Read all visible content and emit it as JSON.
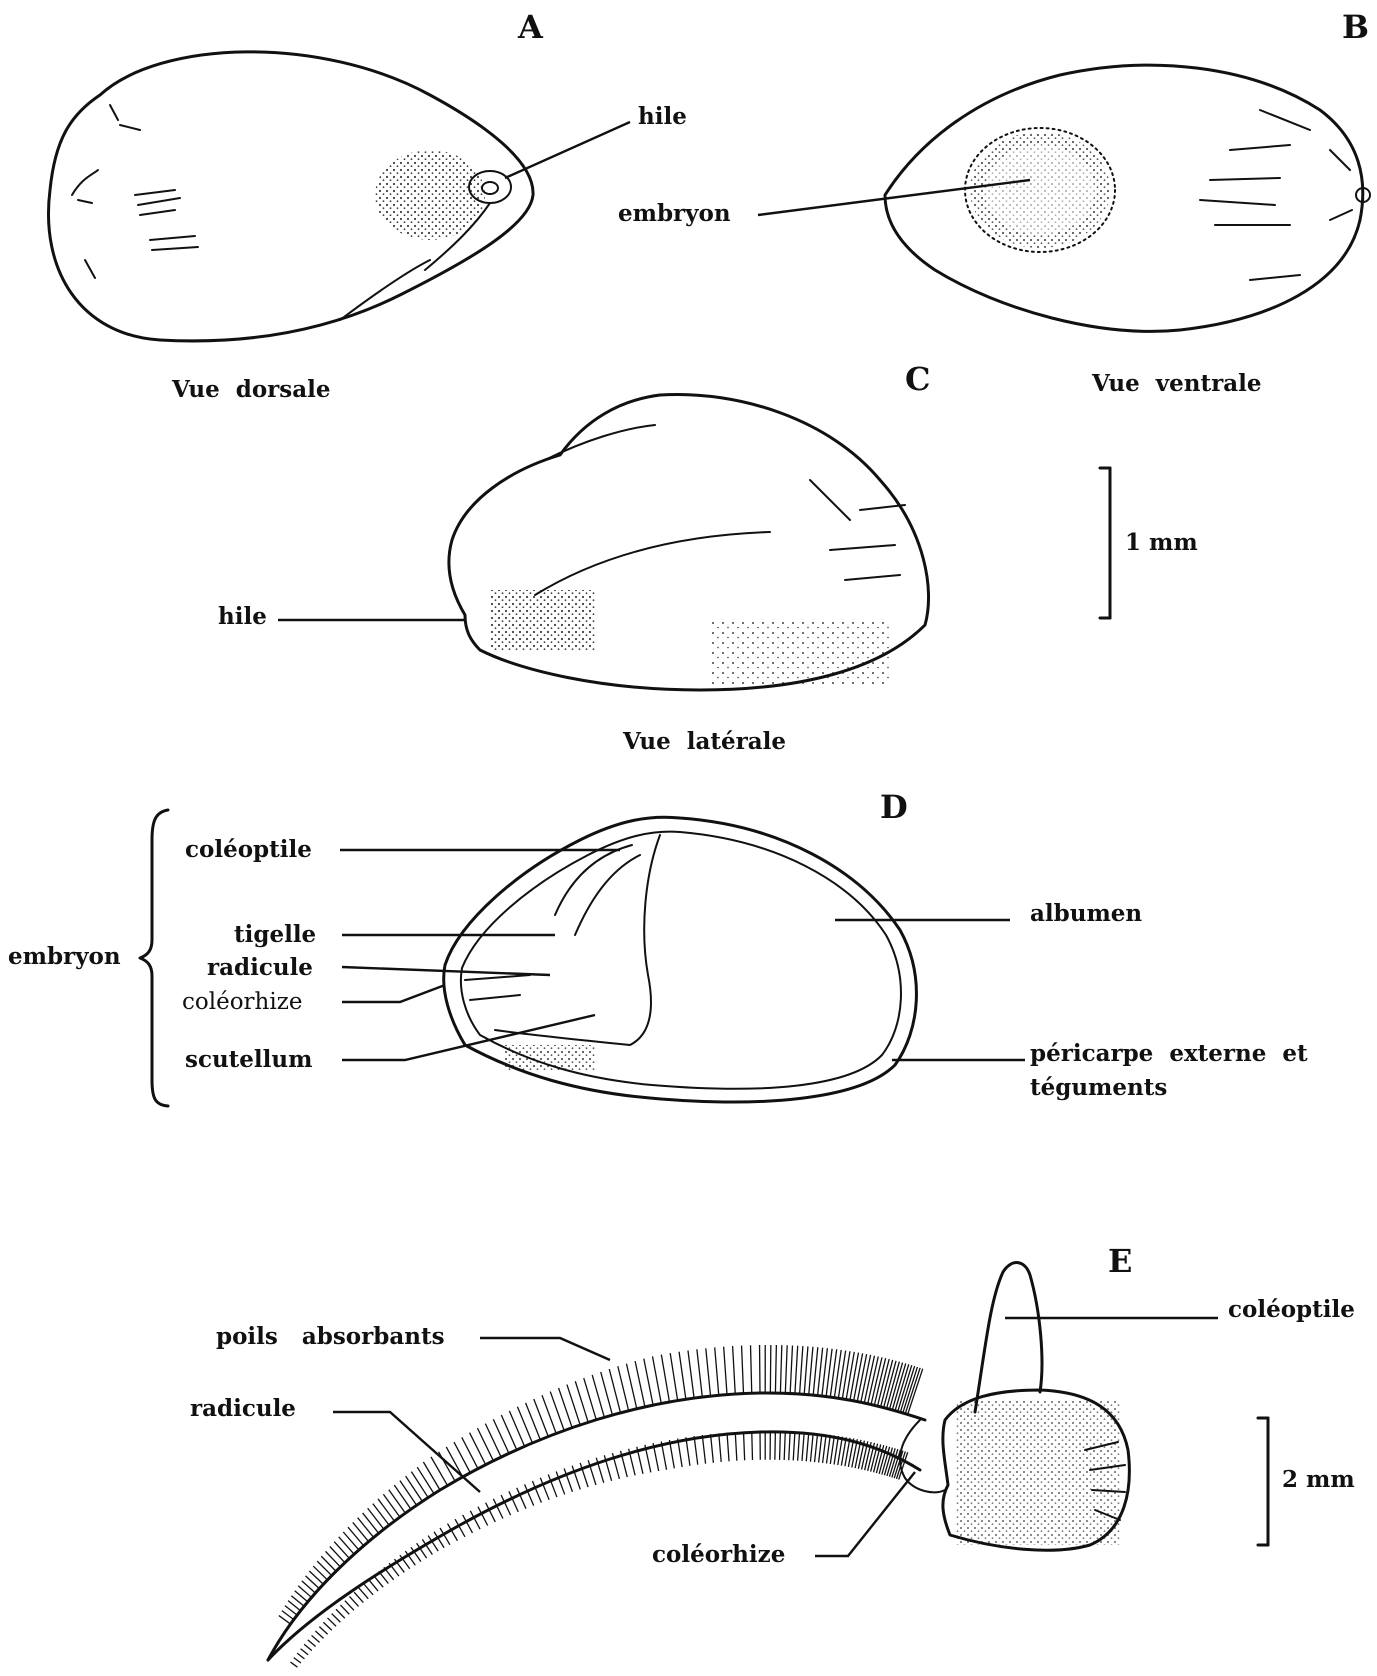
{
  "panels": {
    "a": {
      "letter": "A",
      "caption": "Vue  dorsale",
      "label_hile": "hile"
    },
    "b": {
      "letter": "B",
      "caption": "Vue  ventrale",
      "label_embryon": "embryon"
    },
    "c": {
      "letter": "C",
      "caption": "Vue  latérale",
      "label_hile": "hile",
      "scale": "1 mm"
    },
    "d": {
      "letter": "D",
      "group_label": "embryon",
      "labels": {
        "coleoptile": "coléoptile",
        "tigelle": "tigelle",
        "radicule": "radicule",
        "coleorhize": "coléorhize",
        "scutellum": "scutellum",
        "albumen": "albumen",
        "pericarpe_1": "péricarpe  externe  et",
        "pericarpe_2": "téguments"
      }
    },
    "e": {
      "letter": "E",
      "labels": {
        "poils": "poils   absorbants",
        "radicule": "radicule",
        "coleoptile": "coléoptile",
        "coleorhize": "coléorhize"
      },
      "scale": "2 mm"
    }
  }
}
